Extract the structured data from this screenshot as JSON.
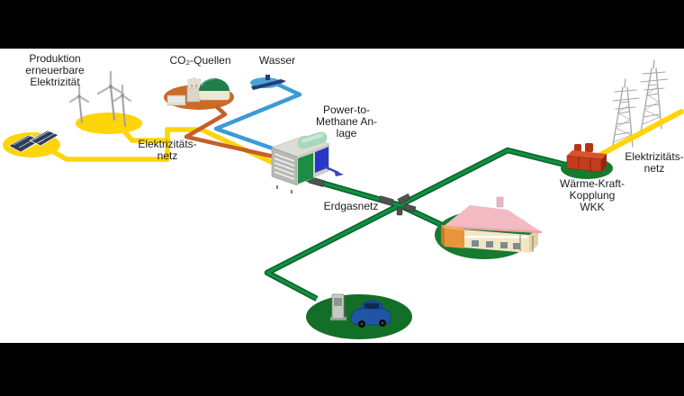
{
  "labels": {
    "production": {
      "lines": [
        "Produktion",
        "erneuerbare",
        "Elektrizität"
      ]
    },
    "co2_sources": {
      "text": "CO₂-Quellen"
    },
    "water": {
      "text": "Wasser"
    },
    "ptm_plant": {
      "lines": [
        "Power-to-",
        "Methane An-",
        "lage"
      ]
    },
    "electricity_grid_left": {
      "lines": [
        "Elektrizitäts-",
        "netz"
      ]
    },
    "gas_grid": {
      "text": "Erdgasnetz"
    },
    "chp": {
      "lines": [
        "Wärme-Kraft-",
        "Kopplung",
        "WKK"
      ]
    },
    "electricity_grid_right": {
      "lines": [
        "Elektrizitäts-",
        "netz"
      ]
    }
  },
  "colors": {
    "background": "#000000",
    "canvas": "#ffffff",
    "electricity_line": "#ffd40a",
    "co2_line": "#c2602a",
    "co2_ellipse": "#cc6a26",
    "water_line": "#3b9bd5",
    "water_ellipse": "#4aa3dc",
    "water_pump": "#1e3f78",
    "gas_line": "#109140",
    "gas_line_dark": "#0a5f2a",
    "site_green": "#177a2f",
    "plant_body": "#cdcec9",
    "plant_green_panel": "#1d8c45",
    "plant_blue_panel": "#2a36c4",
    "chp_red": "#c23d1e",
    "house_roof": "#f3bac2",
    "house_wall": "#f4e6c4",
    "annex_orange": "#e8943c",
    "car_blue": "#2055a5",
    "solar_panel": "#2c3e5a",
    "tower_gray": "#a6a6aa",
    "text": "#1c1c1c"
  },
  "icons": {
    "solar-panels-icon": "two tilted photovoltaic arrays",
    "wind-turbines-icon": "three wind turbines",
    "biogas-dome-icon": "green biogas dome with stacks",
    "water-intake-icon": "dark blue intake pipe on water",
    "methanation-plant-icon": "gray container plant with tank",
    "oxygen-arrow-icon": "small dark blue output arrow",
    "gas-junction-icon": "pipe cross with couplings",
    "house-icon": "farmhouse with pink roof",
    "cng-station-icon": "fuel pump and blue car",
    "chp-unit-icon": "red cogeneration container",
    "pylons-icon": "two lattice transmission towers"
  }
}
